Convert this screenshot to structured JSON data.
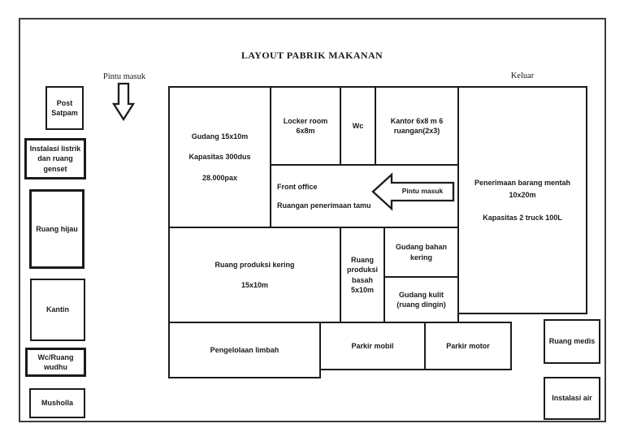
{
  "title": "LAYOUT PABRIK MAKANAN",
  "labels": {
    "entrance_top": "Pintu masuk",
    "exit_top": "Keluar"
  },
  "left_column": {
    "post_satpam": {
      "lines": [
        "Post",
        "Satpam"
      ]
    },
    "instalasi_listrik": {
      "lines": [
        "Instalasi listrik",
        "dan ruang",
        "genset"
      ]
    },
    "ruang_hijau": {
      "lines": [
        "Ruang hijau"
      ]
    },
    "kantin": {
      "lines": [
        "Kantin"
      ]
    },
    "wc_wudhu": {
      "lines": [
        "Wc/Ruang",
        "wudhu"
      ]
    },
    "musholla": {
      "lines": [
        "Musholla"
      ]
    }
  },
  "rooms": {
    "gudang": {
      "lines": [
        "Gudang 15x10m",
        "Kapasitas 300dus",
        "28.000pax"
      ]
    },
    "locker": {
      "lines": [
        "Locker room",
        "6x8m"
      ]
    },
    "wc": {
      "lines": [
        "Wc"
      ]
    },
    "kantor": {
      "lines": [
        "Kantor 6x8 m 6",
        "ruangan(2x3)"
      ]
    },
    "front_office": {
      "lines": [
        "Front office",
        "Ruangan penerimaan tamu"
      ],
      "door_label": "Pintu masuk"
    },
    "penerimaan": {
      "lines": [
        "Penerimaan barang mentah",
        "10x20m",
        "Kapasitas 2 truck 100L"
      ]
    },
    "produksi_kering": {
      "lines": [
        "Ruang produksi kering",
        "15x10m"
      ]
    },
    "produksi_basah": {
      "lines": [
        "Ruang",
        "produksi",
        "basah",
        "5x10m"
      ]
    },
    "gudang_bahan_kering": {
      "lines": [
        "Gudang bahan",
        "kering"
      ]
    },
    "gudang_kulit": {
      "lines": [
        "Gudang kulit",
        "(ruang dingin)"
      ]
    },
    "pengelolaan_limbah": {
      "lines": [
        "Pengelolaan limbah"
      ]
    },
    "parkir_mobil": {
      "lines": [
        "Parkir mobil"
      ]
    },
    "parkir_motor": {
      "lines": [
        "Parkir motor"
      ]
    },
    "ruang_medis": {
      "lines": [
        "Ruang medis"
      ]
    },
    "instalasi_air": {
      "lines": [
        "Instalasi air"
      ]
    }
  },
  "icons": {
    "entrance_arrow": "block-arrow-down",
    "exit_arrow": "block-arrow-up",
    "door_arrow": "block-arrow-left"
  },
  "colors": {
    "line": "#1b1b1b",
    "frame": "#3c3c3c",
    "text": "#1a1a1a",
    "background": "#ffffff"
  }
}
